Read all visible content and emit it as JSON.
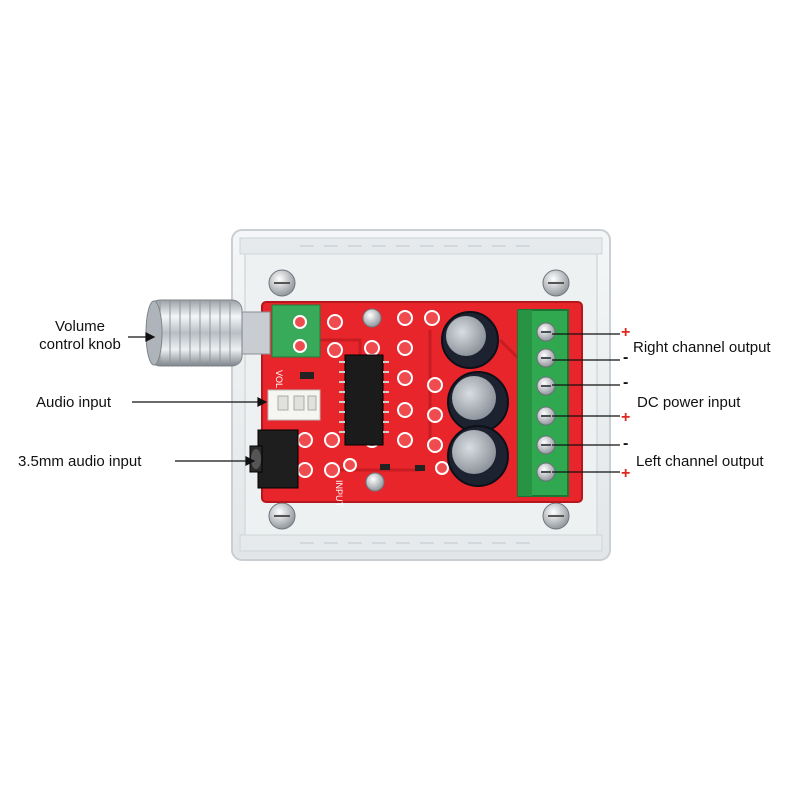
{
  "labels": {
    "volume_knob": "Volume\ncontrol knob",
    "audio_input": "Audio input",
    "jack_input": "3.5mm audio input",
    "right_output": "Right channel output",
    "dc_power": "DC power input",
    "left_output": "Left channel output"
  },
  "terminal_signs": [
    "+",
    "-",
    "-",
    "+",
    "-",
    "+"
  ],
  "silkscreen": {
    "vol": "VOL",
    "input": "INPUT"
  },
  "colors": {
    "pcb": "#e8252a",
    "terminal_block": "#2fa84f",
    "plus_sign": "#e0281e",
    "minus_sign": "#111111",
    "leader_line": "#111111"
  }
}
